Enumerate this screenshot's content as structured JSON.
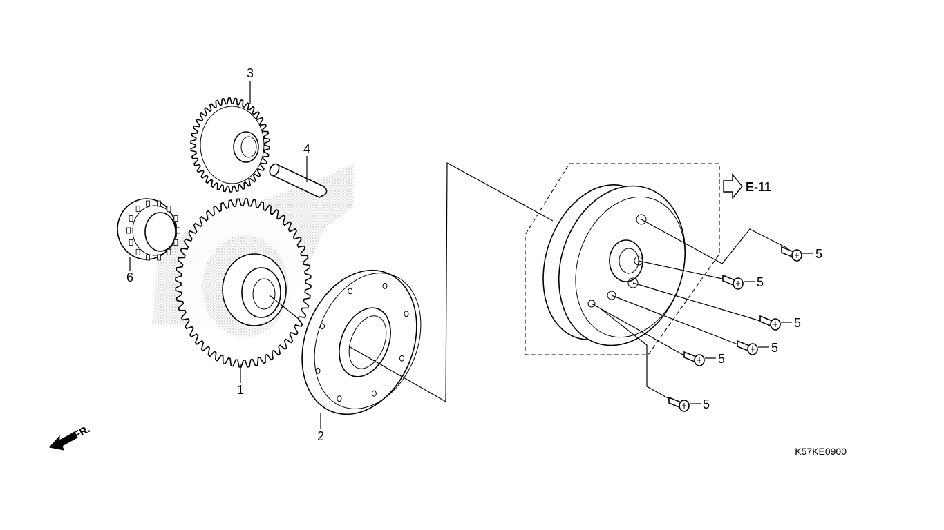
{
  "parts": [
    {
      "id": "gear-1",
      "callout": "1"
    },
    {
      "id": "starter-clutch-2",
      "callout": "2"
    },
    {
      "id": "gear-3",
      "callout": "3"
    },
    {
      "id": "pin-4",
      "callout": "4"
    },
    {
      "id": "bearing-6",
      "callout": "6"
    }
  ],
  "bolts": [
    {
      "callout": "5"
    },
    {
      "callout": "5"
    },
    {
      "callout": "5"
    },
    {
      "callout": "5"
    },
    {
      "callout": "5"
    },
    {
      "callout": "5"
    }
  ],
  "reference": {
    "label": "E-11"
  },
  "direction": {
    "label": "FR."
  },
  "diagram_code": "K57KE0900"
}
